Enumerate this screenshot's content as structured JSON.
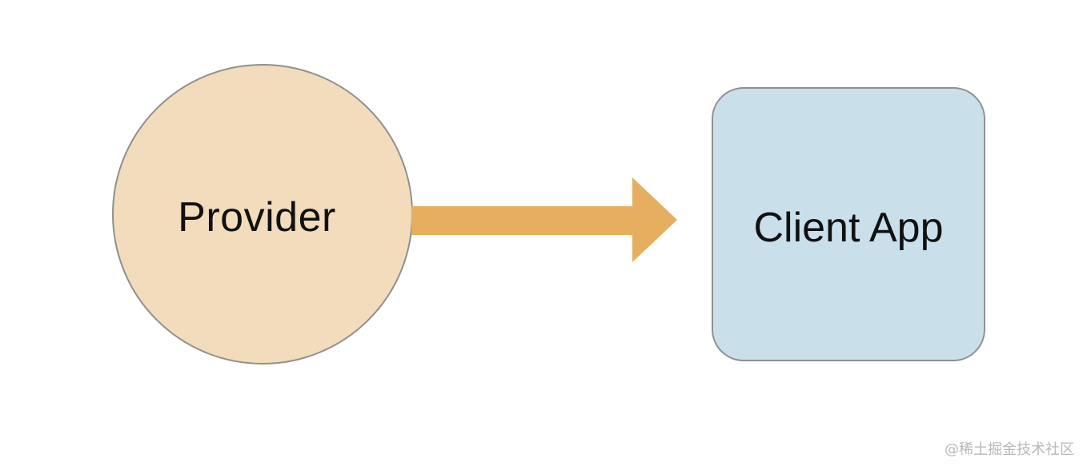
{
  "diagram": {
    "provider": {
      "label": "Provider",
      "fill": "#f3dcbc",
      "stroke": "#8f8f8f"
    },
    "client": {
      "label": "Client App",
      "fill": "#c9e0eb",
      "stroke": "#8f8f8f"
    },
    "arrow": {
      "color": "#e6ae5e",
      "direction": "right"
    }
  },
  "watermark": "@稀土掘金技术社区"
}
